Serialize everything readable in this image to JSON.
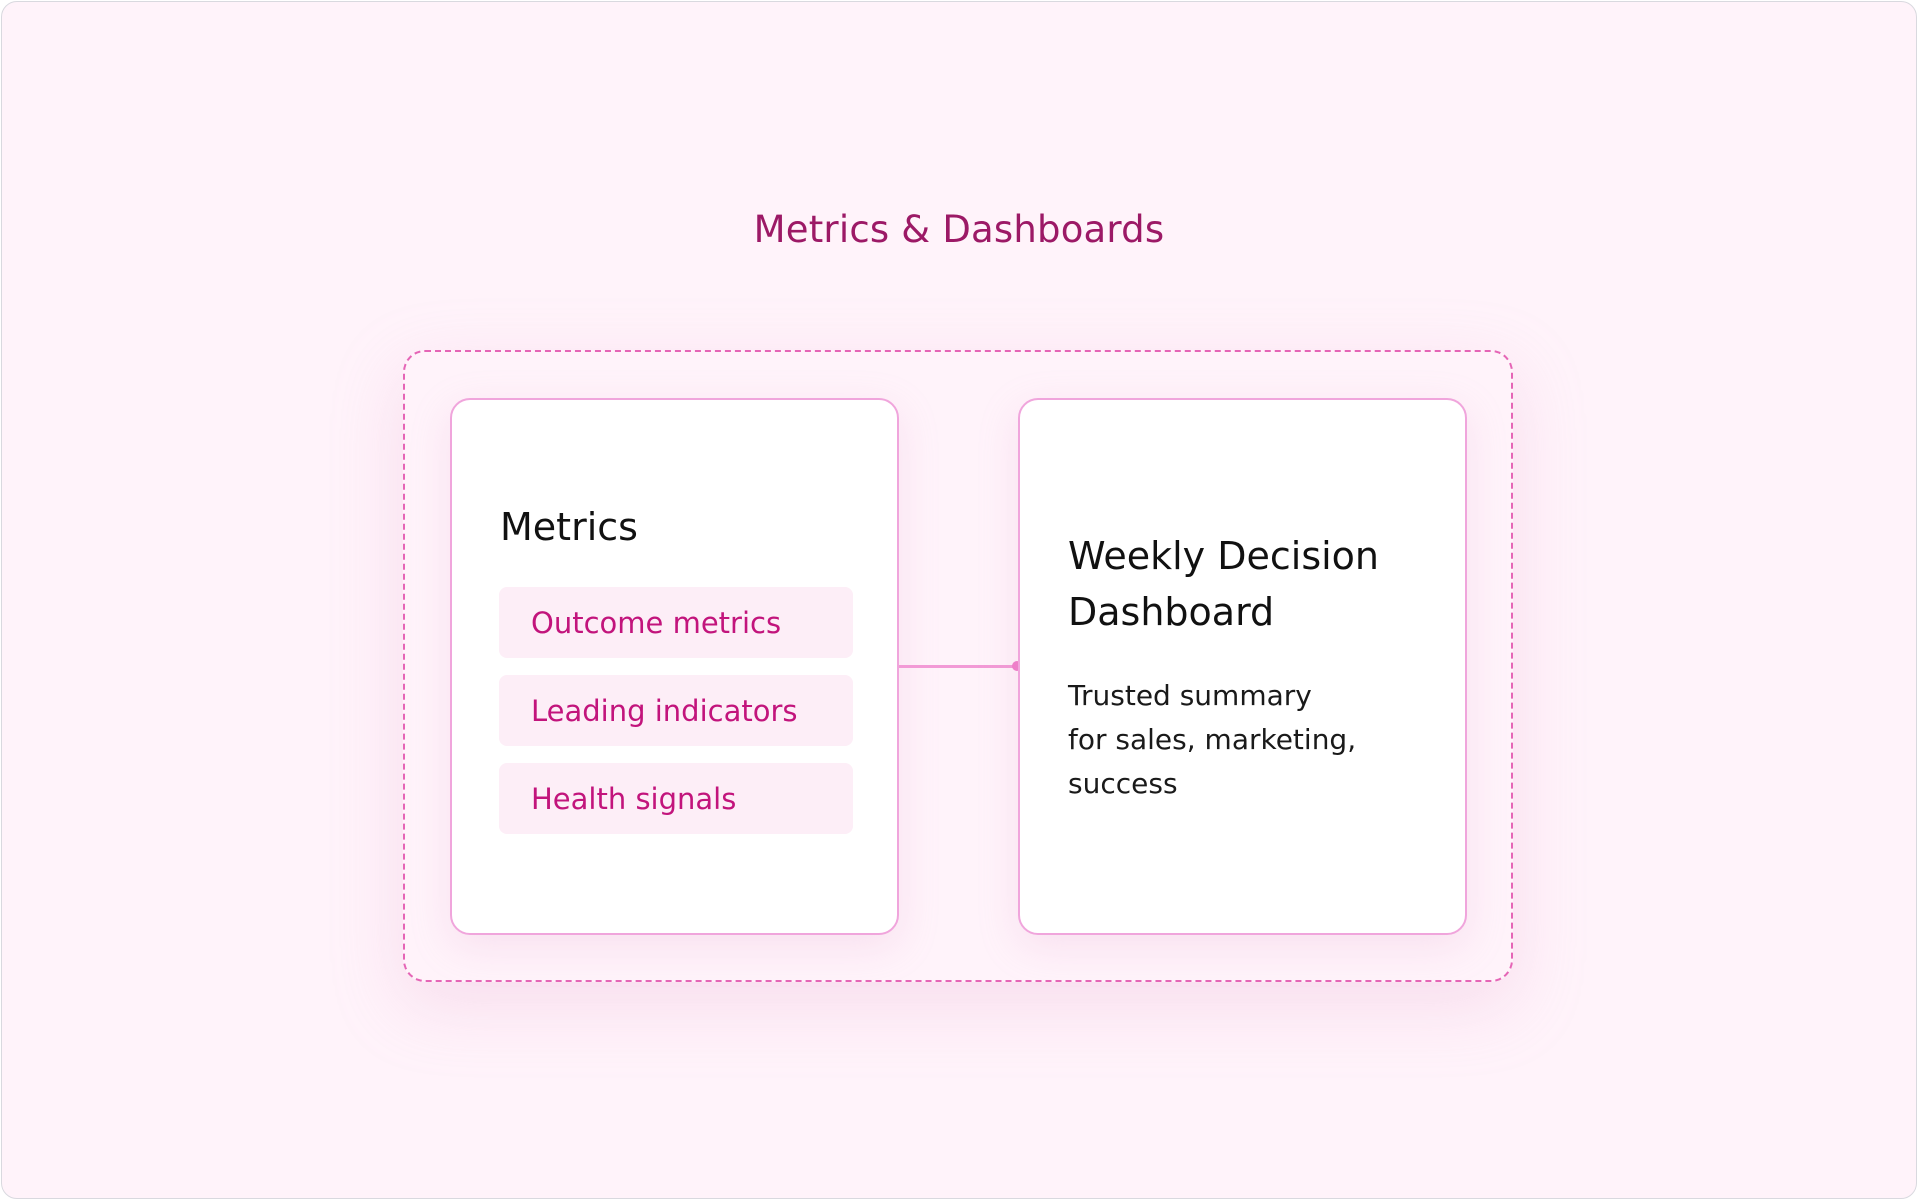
{
  "title": "Metrics & Dashboards",
  "colors": {
    "background": "#fff3fa",
    "title": "#9c1966",
    "dashed_border": "#e565b6",
    "card_border": "#f0a5dc",
    "item_background": "#fdeef7",
    "item_text": "#c2147c",
    "connector": "#f29ad6"
  },
  "metrics_card": {
    "heading": "Metrics",
    "items": [
      {
        "label": "Outcome metrics"
      },
      {
        "label": "Leading indicators"
      },
      {
        "label": "Health signals"
      }
    ]
  },
  "dashboard_card": {
    "heading_line1": "Weekly Decision",
    "heading_line2": "Dashboard",
    "description_line1": "Trusted summary",
    "description_line2": "for sales, marketing,",
    "description_line3": "success"
  }
}
